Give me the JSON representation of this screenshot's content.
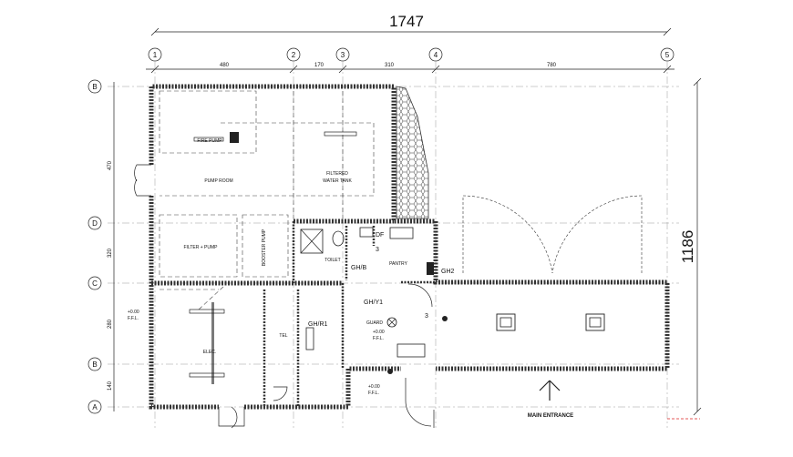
{
  "dimensions": {
    "overall_width": "1747",
    "overall_height": "1186",
    "spans": [
      "480",
      "170",
      "310",
      "780"
    ],
    "left_dims": [
      "470",
      "320",
      "280",
      "140"
    ]
  },
  "grid": {
    "columns": [
      "1",
      "2",
      "3",
      "4",
      "5"
    ],
    "rows": [
      "B",
      "D",
      "C",
      "B",
      "A"
    ]
  },
  "rooms": {
    "fire_pump": "FIRE PUMP",
    "pump_room": "PUMP ROOM",
    "filtered_water_tank": [
      "FILTERED",
      "WATER TANK"
    ],
    "filter_pump": "FILTER + PUMP",
    "booster_pump": "BOOSTER PUMP",
    "toilet": "TOILET",
    "pantry": "PANTRY",
    "elec": "ELEC.",
    "tel": "TEL",
    "guard": "GUARD"
  },
  "tags": {
    "gh_b": "GH/B",
    "gh2": "GH2",
    "gh_y1": "GH/Y1",
    "gh_r1": "GH/R1",
    "df": "DF",
    "num3a": "3",
    "num3b": "3"
  },
  "levels": {
    "level_a": "+0.00",
    "ffl_a": "F.F.L.",
    "level_b": "+0.00",
    "ffl_b": "F.F.L.",
    "level_c": "+0.00",
    "ffl_c": "F.F.L."
  },
  "main_entrance": "MAIN ENTRANCE"
}
